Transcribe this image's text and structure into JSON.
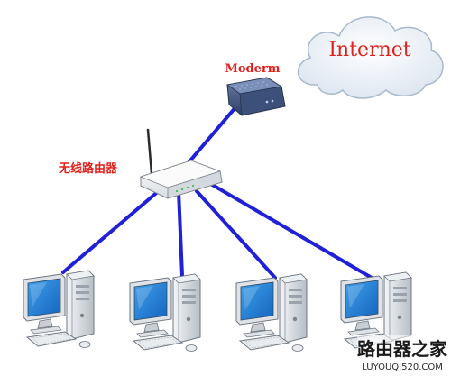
{
  "labels": {
    "internet": "Internet",
    "modem": "Moderm",
    "router": "无线路由器"
  },
  "watermark": {
    "main": "路由器之家",
    "sub": "LUYOUQI520.COM"
  },
  "colors": {
    "cable": "#2020d8",
    "label": "#e0201c",
    "cloud_fill": "#f2f6fb",
    "cloud_stroke": "#a9b9cc",
    "modem_body": "#4a5f8a"
  },
  "nodes": {
    "cloud": "cloud-icon",
    "modem": "modem-icon",
    "router": "wireless-router-icon",
    "computers": [
      "computer-icon",
      "computer-icon",
      "computer-icon",
      "computer-icon"
    ]
  }
}
